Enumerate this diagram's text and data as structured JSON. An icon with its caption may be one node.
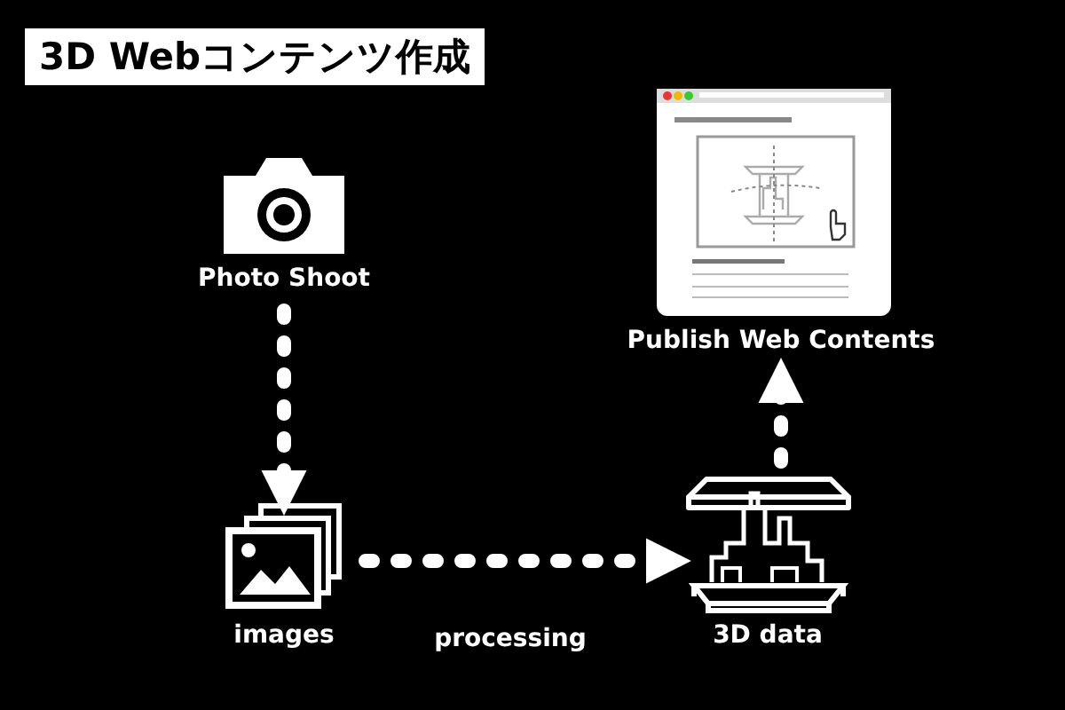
{
  "diagram": {
    "title": "3D Webコンテンツ作成",
    "nodes": [
      {
        "text": [
          "Photo Shoot"
        ]
      },
      {
        "text": [
          "images"
        ]
      },
      {
        "text": [
          "3D data"
        ]
      },
      {
        "text": [
          "Publish Web Contents"
        ]
      }
    ],
    "edges": [
      {
        "from": 0,
        "to": 1,
        "arrow": "to",
        "style": "dashed"
      },
      {
        "from": 1,
        "to": 2,
        "arrow": "to",
        "style": "dashed",
        "label": "processing"
      },
      {
        "from": 2,
        "to": 3,
        "arrow": "to",
        "style": "dashed"
      }
    ]
  }
}
